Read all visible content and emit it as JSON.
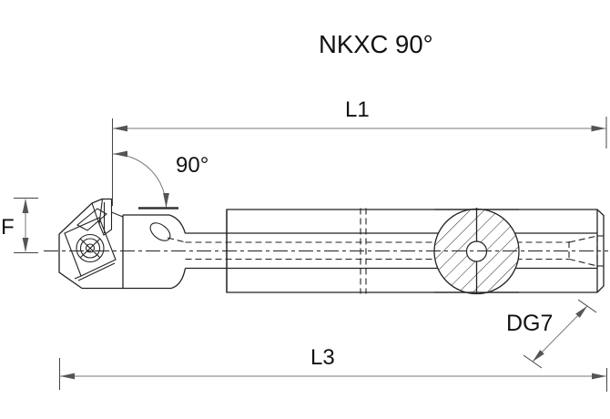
{
  "title": "NKXC 90°",
  "drawing": {
    "labels": {
      "length_l1": "L1",
      "length_l3": "L3",
      "angle": "90°",
      "offset_f": "F",
      "bore_diameter": "DG7"
    }
  },
  "colors": {
    "background": "#ffffff",
    "geometry_line": "#222222",
    "dimension_line": "#7a7a7a",
    "text": "#111111"
  }
}
